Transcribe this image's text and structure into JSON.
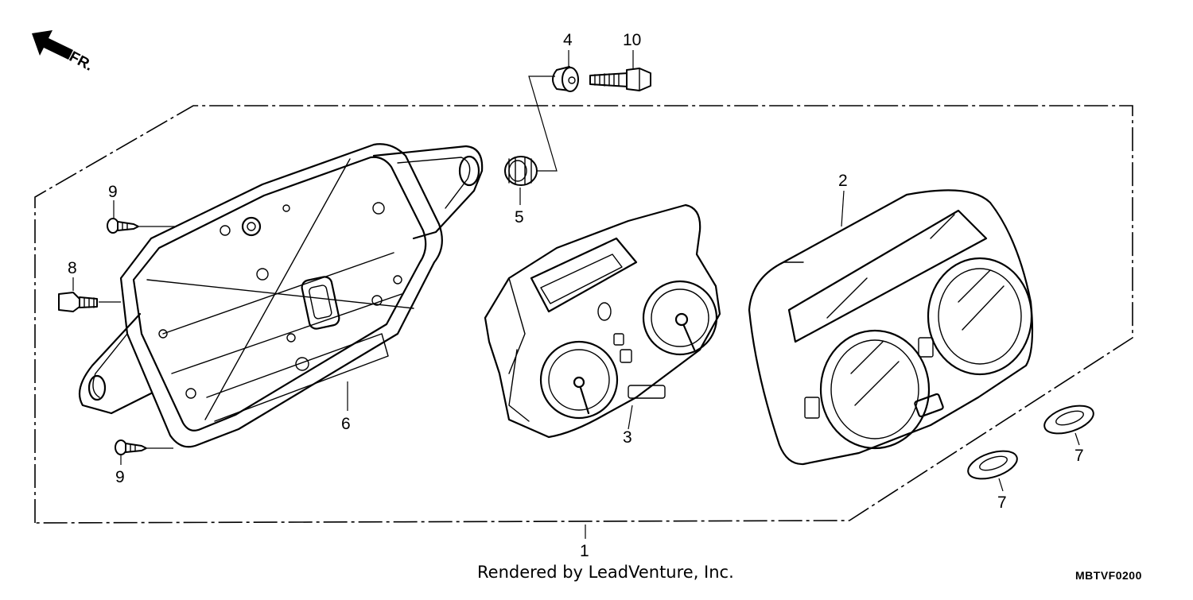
{
  "direction_label": "FR.",
  "callouts": {
    "c1": "1",
    "c2": "2",
    "c3": "3",
    "c4": "4",
    "c5": "5",
    "c6": "6",
    "c7a": "7",
    "c7b": "7",
    "c8": "8",
    "c9a": "9",
    "c9b": "9",
    "c10": "10"
  },
  "credit": "Rendered by LeadVenture, Inc.",
  "diagram_code": "MBTVF0200"
}
